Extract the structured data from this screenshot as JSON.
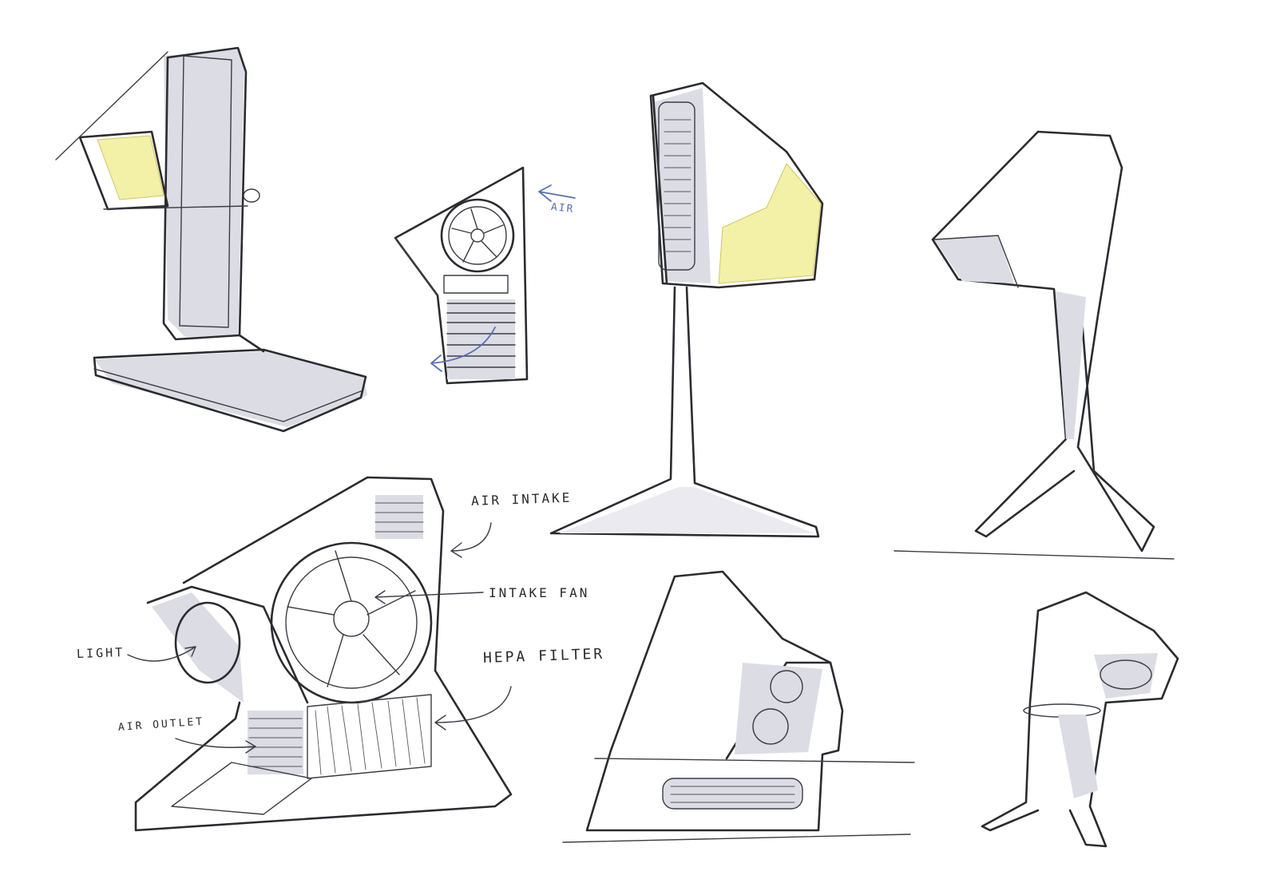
{
  "labels": {
    "air_arrow": "AIR",
    "air_intake": "AIR INTAKE",
    "intake_fan": "INTAKE FAN",
    "hepa_filter": "HEPA FILTER",
    "light": "LIGHT",
    "air_outlet": "AIR OUTLET"
  },
  "colors": {
    "ink": "#2b2b30",
    "marker_grey": "#dcdce4",
    "highlight_yellow": "#f3f0a8",
    "annotation_blue": "#5a6fb4"
  }
}
